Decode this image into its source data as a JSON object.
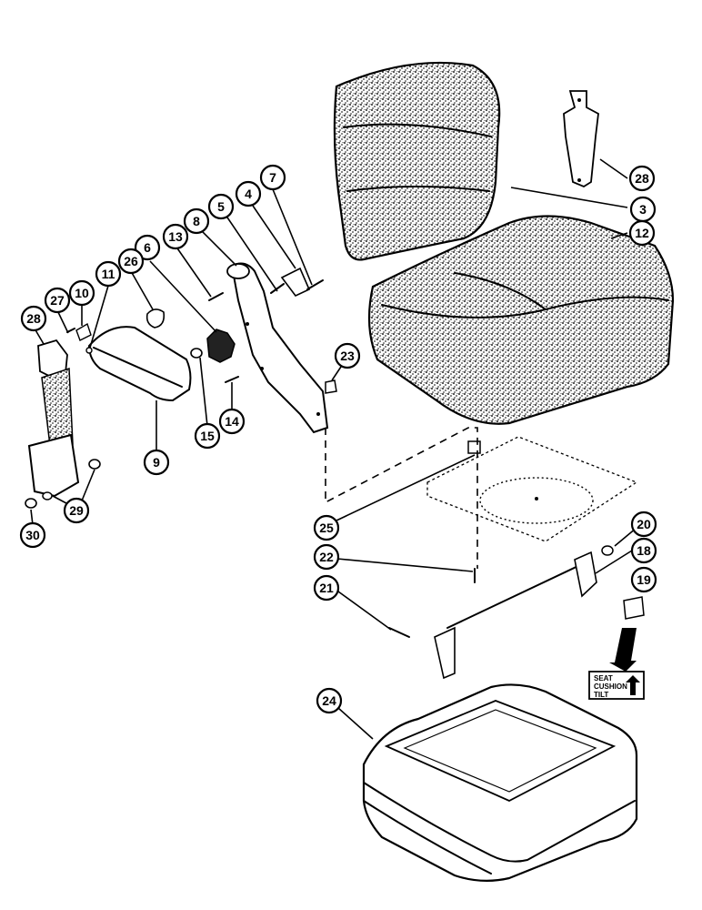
{
  "callouts": [
    {
      "n": "3"
    },
    {
      "n": "4"
    },
    {
      "n": "5"
    },
    {
      "n": "6"
    },
    {
      "n": "7"
    },
    {
      "n": "8"
    },
    {
      "n": "9"
    },
    {
      "n": "10"
    },
    {
      "n": "11"
    },
    {
      "n": "12"
    },
    {
      "n": "13"
    },
    {
      "n": "14"
    },
    {
      "n": "15"
    },
    {
      "n": "18"
    },
    {
      "n": "19"
    },
    {
      "n": "20"
    },
    {
      "n": "21"
    },
    {
      "n": "22"
    },
    {
      "n": "23"
    },
    {
      "n": "24"
    },
    {
      "n": "25"
    },
    {
      "n": "26"
    },
    {
      "n": "27"
    },
    {
      "n": "28"
    },
    {
      "n": "28"
    },
    {
      "n": "29"
    },
    {
      "n": "30"
    }
  ],
  "decal": {
    "line1": "SEAT",
    "line2": "CUSHION",
    "line3": "TILT"
  }
}
